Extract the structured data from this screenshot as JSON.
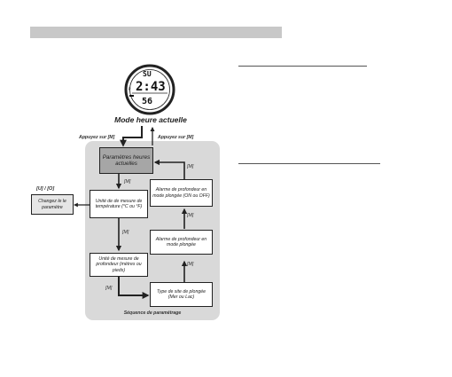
{
  "watch": {
    "day": "SU",
    "time": "2:43",
    "seconds": "56",
    "indicator": "P"
  },
  "mode_title": "Mode heure actuelle",
  "press_left": "Appuyez sur [M]",
  "press_right": "Appuyez sur [M]",
  "nodes": {
    "params": "Paramètres heures actuelles",
    "temp_unit": "Unité de de mesure de température (°C ou °F)",
    "depth_unit": "Unité de mesure de profondeur (mètres ou pieds)",
    "dive_site": "Type de site de plongée (Mer ou Lac)",
    "depth_alarm_mode": "Alarme de profondeur en mode plongée",
    "depth_alarm_onoff": "Alarme de profondeur en mode plongée (ON ou OFF)",
    "change": "Changez le le paramètre"
  },
  "m_labels": [
    "[M]",
    "[M]",
    "[M]",
    "[M]",
    "[M]",
    "[M]"
  ],
  "uo_label": "[U] / [O]",
  "sequence_caption": "Séquence de paramétrage",
  "colors": {
    "header_bar": "#c8c8c8",
    "flow_background": "#d9d9d9",
    "shaded_node": "#a6a6a6"
  }
}
